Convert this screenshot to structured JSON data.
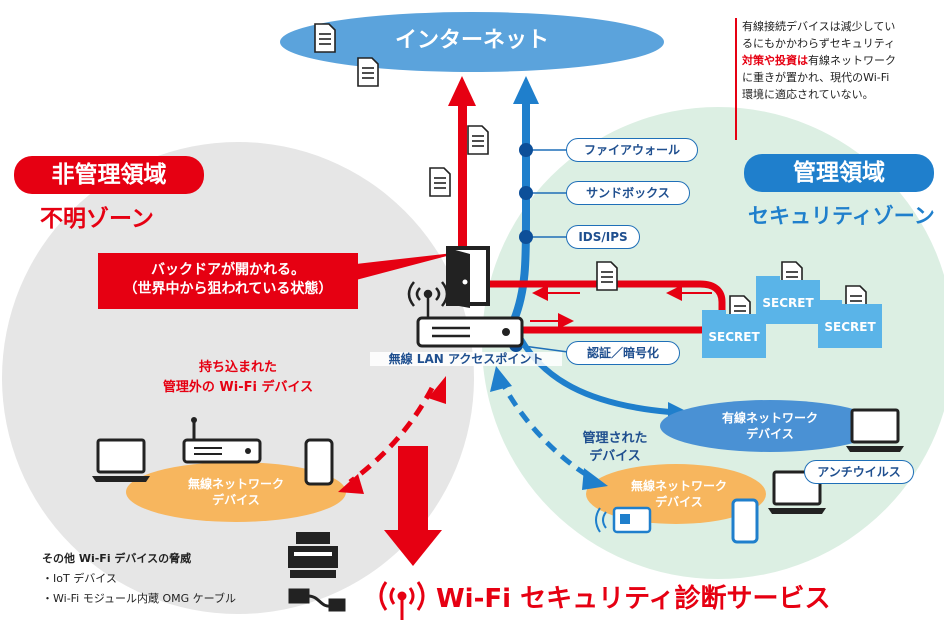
{
  "internet": {
    "label": "インターネット"
  },
  "note": {
    "line1": "有線接続デバイスは減少してい",
    "line2": "るにもかかわらずセキュリティ",
    "line3_highlight": "対策や投資は",
    "line3_rest": "有線ネットワーク",
    "line4": "に重きが置かれ、現代のWi-Fi",
    "line5": "環境に適応されていない。"
  },
  "left_zone": {
    "badge": "非管理領域",
    "subtitle": "不明ゾーン"
  },
  "right_zone": {
    "badge": "管理領域",
    "subtitle": "セキュリティゾーン"
  },
  "security_tags": [
    "ファイアウォール",
    "サンドボックス",
    "IDS/IPS",
    "認証／暗号化"
  ],
  "backdoor_callout": {
    "line1": "バックドアが開かれる。",
    "line2": "（世界中から狙われている状態）"
  },
  "access_point": {
    "label": "無線 LAN アクセスポイント"
  },
  "unmanaged_devices": {
    "line1": "持ち込まれた",
    "line2": "管理外の Wi-Fi デバイス"
  },
  "left_wireless": {
    "line1": "無線ネットワーク",
    "line2": "デバイス"
  },
  "managed_devices": {
    "line1": "管理された",
    "line2": "デバイス"
  },
  "right_wireless": {
    "line1": "無線ネットワーク",
    "line2": "デバイス"
  },
  "wired_devices": {
    "line1": "有線ネットワーク",
    "line2": "デバイス"
  },
  "antivirus": {
    "label": "アンチウイルス"
  },
  "secret_label": "SECRET",
  "other_threats": {
    "title": "その他 Wi-Fi デバイスの脅威",
    "items": [
      "・IoT デバイス",
      "・Wi-Fi モジュール内蔵 OMG ケーブル"
    ]
  },
  "service": {
    "title": "Wi-Fi セキュリティ診断サービス"
  },
  "colors": {
    "red": "#e60012",
    "blue": "#1f7fcc",
    "orange": "#f7b65e",
    "grey_zone": "#e6e6e6",
    "green_zone": "#dcefe3"
  }
}
